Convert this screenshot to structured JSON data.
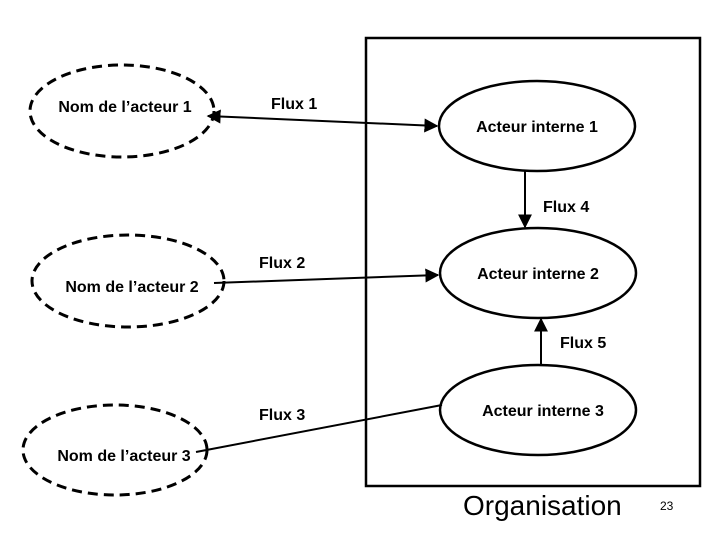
{
  "slide": {
    "organisation_label": "Organisation",
    "page_number": "23"
  },
  "external_actors": [
    {
      "label": "Nom de l’acteur 1"
    },
    {
      "label": "Nom de l’acteur 2"
    },
    {
      "label": "Nom de l’acteur 3"
    }
  ],
  "internal_actors": [
    {
      "label": "Acteur interne 1"
    },
    {
      "label": "Acteur interne 2"
    },
    {
      "label": "Acteur interne 3"
    }
  ],
  "flows": [
    {
      "label": "Flux 1",
      "from": "Nom de l’acteur 1",
      "to": "Acteur interne 1",
      "direction": "bidirectional"
    },
    {
      "label": "Flux 2",
      "from": "Nom de l’acteur 2",
      "to": "Acteur interne 2",
      "direction": "to-internal"
    },
    {
      "label": "Flux 3",
      "from": "Nom de l’acteur 3",
      "to": "Acteur interne 3",
      "direction": "none"
    },
    {
      "label": "Flux 4",
      "from": "Acteur interne 1",
      "to": "Acteur interne 2",
      "direction": "downward"
    },
    {
      "label": "Flux 5",
      "from": "Acteur interne 3",
      "to": "Acteur interne 2",
      "direction": "upward"
    }
  ],
  "colors": {
    "stroke": "#000000",
    "background": "#ffffff"
  }
}
